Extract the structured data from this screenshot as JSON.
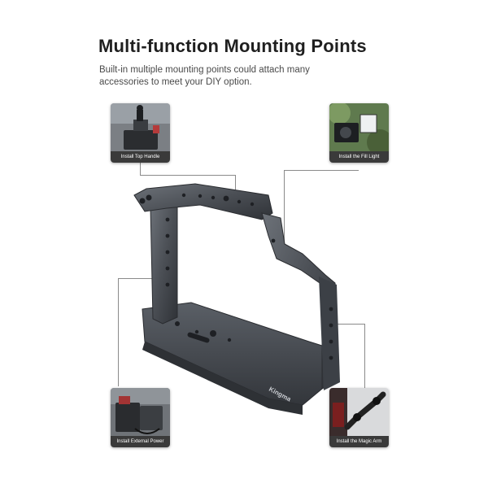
{
  "heading": {
    "title": "Multi-function Mounting Points",
    "subtitle": "Built-in multiple mounting points could attach many accessories to meet your DIY option."
  },
  "callouts": [
    {
      "caption": "Install Top Handle",
      "icon": "top-handle-photo"
    },
    {
      "caption": "Install the Fill Light",
      "icon": "fill-light-photo"
    },
    {
      "caption": "Install External Power",
      "icon": "external-power-photo"
    },
    {
      "caption": "Install the Magic Arm",
      "icon": "magic-arm-photo"
    }
  ],
  "product": {
    "brand": "Kingma",
    "icon": "camera-cage-illustration"
  },
  "colors": {
    "frame": "#4b4f55",
    "frame_light": "#6d7279",
    "caption_bg": "#3a3a3a",
    "leader_line": "#8a8a8a"
  }
}
